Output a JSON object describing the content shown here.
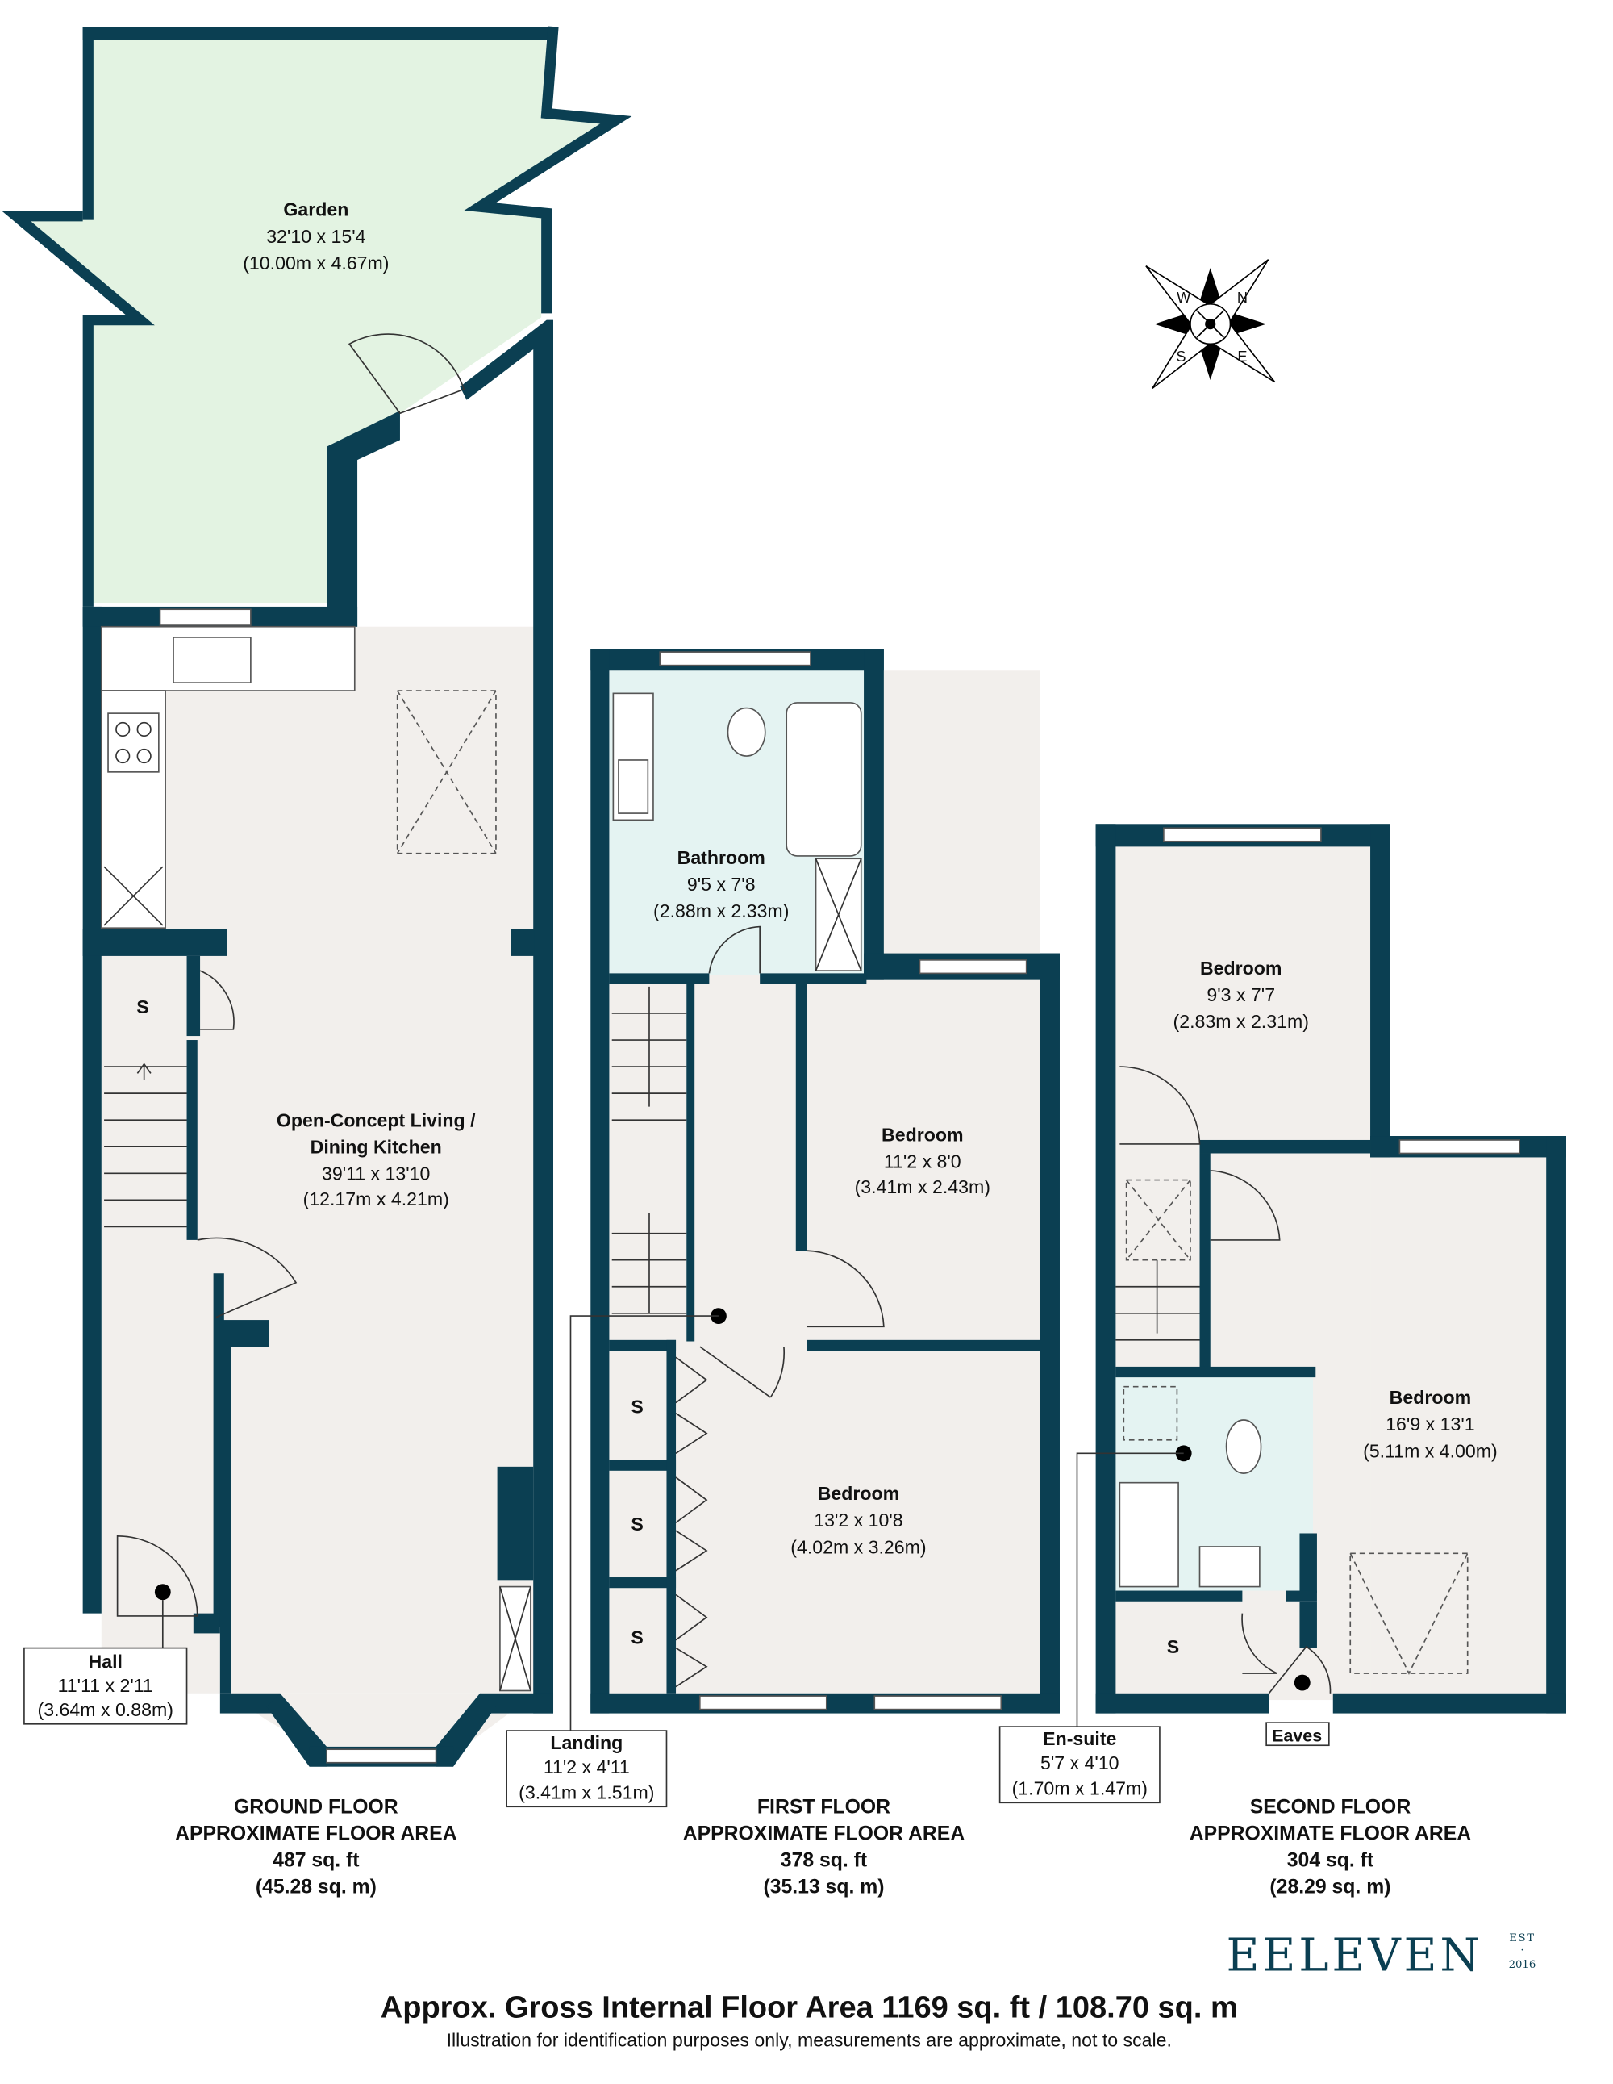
{
  "colors": {
    "wall": "#0b3f52",
    "garden": "#e3f3e2",
    "room": "#f2efec",
    "wet_room": "#e4f3f2"
  },
  "compass": {
    "icon": "compass-rose-icon",
    "letters": [
      "N",
      "E",
      "S",
      "W"
    ]
  },
  "ground_floor": {
    "rooms": [
      {
        "name": "Garden",
        "imperial": "32'10 x 15'4",
        "metric": "(10.00m x 4.67m)"
      },
      {
        "name_line1": "Open-Concept Living /",
        "name_line2": "Dining Kitchen",
        "imperial": "39'11 x 13'10",
        "metric": "(12.17m x 4.21m)"
      },
      {
        "name": "Hall",
        "imperial": "11'11 x 2'11",
        "metric": "(3.64m x 0.88m)"
      }
    ],
    "storage_label": "S",
    "title": "GROUND FLOOR",
    "subtitle": "APPROXIMATE FLOOR AREA",
    "area_sqft": "487 sq. ft",
    "area_sqm": "(45.28 sq. m)"
  },
  "first_floor": {
    "rooms": [
      {
        "name": "Bathroom",
        "imperial": "9'5 x 7'8",
        "metric": "(2.88m x 2.33m)"
      },
      {
        "name": "Bedroom",
        "imperial": "11'2 x 8'0",
        "metric": "(3.41m x 2.43m)"
      },
      {
        "name": "Bedroom",
        "imperial": "13'2 x 10'8",
        "metric": "(4.02m x 3.26m)"
      },
      {
        "name": "Landing",
        "imperial": "11'2 x 4'11",
        "metric": "(3.41m x 1.51m)"
      }
    ],
    "storage_label": "S",
    "title": "FIRST FLOOR",
    "subtitle": "APPROXIMATE FLOOR AREA",
    "area_sqft": "378 sq. ft",
    "area_sqm": "(35.13 sq. m)"
  },
  "second_floor": {
    "rooms": [
      {
        "name": "Bedroom",
        "imperial": "9'3 x 7'7",
        "metric": "(2.83m x 2.31m)"
      },
      {
        "name": "Bedroom",
        "imperial": "16'9 x 13'1",
        "metric": "(5.11m x 4.00m)"
      },
      {
        "name": "En-suite",
        "imperial": "5'7 x 4'10",
        "metric": "(1.70m x 1.47m)"
      }
    ],
    "storage_label": "S",
    "eaves_label": "Eaves",
    "title": "SECOND FLOOR",
    "subtitle": "APPROXIMATE FLOOR AREA",
    "area_sqft": "304 sq. ft",
    "area_sqm": "(28.29 sq. m)"
  },
  "logo": {
    "name": "EELEVEN",
    "est": "EST",
    "dot": "·",
    "year": "2016"
  },
  "footer": {
    "total": "Approx. Gross Internal Floor Area 1169 sq. ft / 108.70 sq. m",
    "disclaimer": "Illustration for identification purposes only, measurements are approximate, not to scale."
  }
}
